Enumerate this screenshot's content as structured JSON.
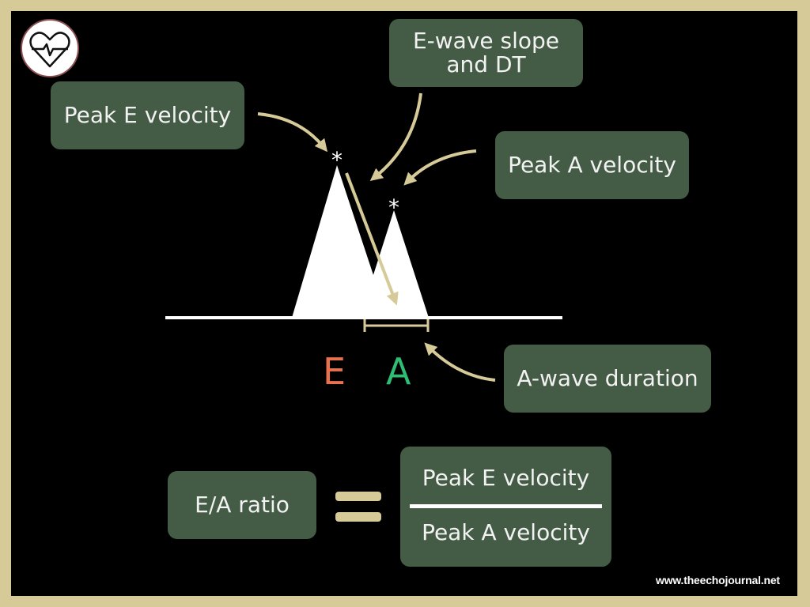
{
  "labels": {
    "peak_e": "Peak E velocity",
    "slope_line1": "E-wave slope",
    "slope_line2": "and DT",
    "peak_a": "Peak A velocity",
    "a_duration": "A-wave duration",
    "ea_ratio": "E/A ratio"
  },
  "wave_letters": {
    "e": "E",
    "a": "A"
  },
  "markers": {
    "peak_e": "*",
    "peak_a": "*"
  },
  "fraction": {
    "numerator": "Peak E velocity",
    "denominator": "Peak A velocity"
  },
  "footer": {
    "website": "www.theechojournal.net"
  },
  "logo": {
    "icon": "heart-ecg-icon"
  },
  "colors": {
    "frame": "#d6cb98",
    "background": "#000000",
    "box": "#445c45",
    "arrow": "#d6cb98",
    "e_letter": "#e8714e",
    "a_letter": "#2ebd73"
  }
}
